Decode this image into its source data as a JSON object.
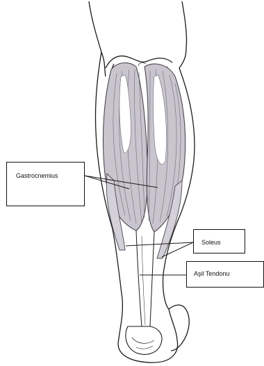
{
  "labels": {
    "gastrocnemius": "Gastrocnemius",
    "soleus": "Soleus",
    "asil_tendonu": "Aşil Tendonu"
  },
  "colors": {
    "line": "#1a1a1a",
    "muscle_shade": "#c9c5cf",
    "muscle_stroke": "#4a4550",
    "background": "#ffffff"
  }
}
